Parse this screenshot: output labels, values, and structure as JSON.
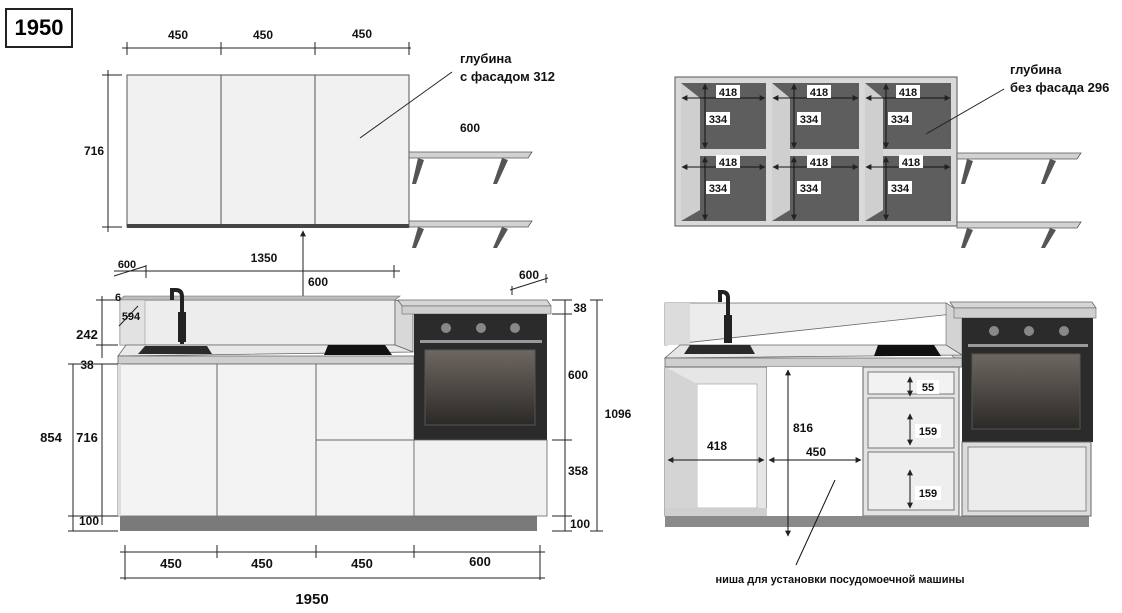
{
  "model": "1950",
  "left": {
    "top_widths": [
      "450",
      "450",
      "450"
    ],
    "depth_with_facade_line1": "глубина",
    "depth_with_facade_line2": "с фасадом 312",
    "upper_height": "716",
    "shelf_width": "600",
    "left_margin": "600",
    "span": "1350",
    "gap": "600",
    "oven_depth": "600",
    "splash_thick": "6",
    "splash_height": "242",
    "splash_depth": "594",
    "worktop": "38",
    "oven_top": "38",
    "base_total": "854",
    "base_height": "716",
    "plinth": "100",
    "oven_niche": "600",
    "right_total": "1096",
    "drawer": "358",
    "plinth_right": "100",
    "bottom_widths": [
      "450",
      "450",
      "450",
      "600"
    ],
    "total": "1950"
  },
  "right": {
    "depth_no_facade_line1": "глубина",
    "depth_no_facade_line2": "без фасада 296",
    "inner_width": "418",
    "inner_height": "334",
    "niche_width": "418",
    "niche_height": "816",
    "niche_span": "450",
    "drawer_top": "55",
    "drawer_mid": "159",
    "drawer_low": "159",
    "dishwasher_note": "ниша для установки посудомоечной машины"
  }
}
